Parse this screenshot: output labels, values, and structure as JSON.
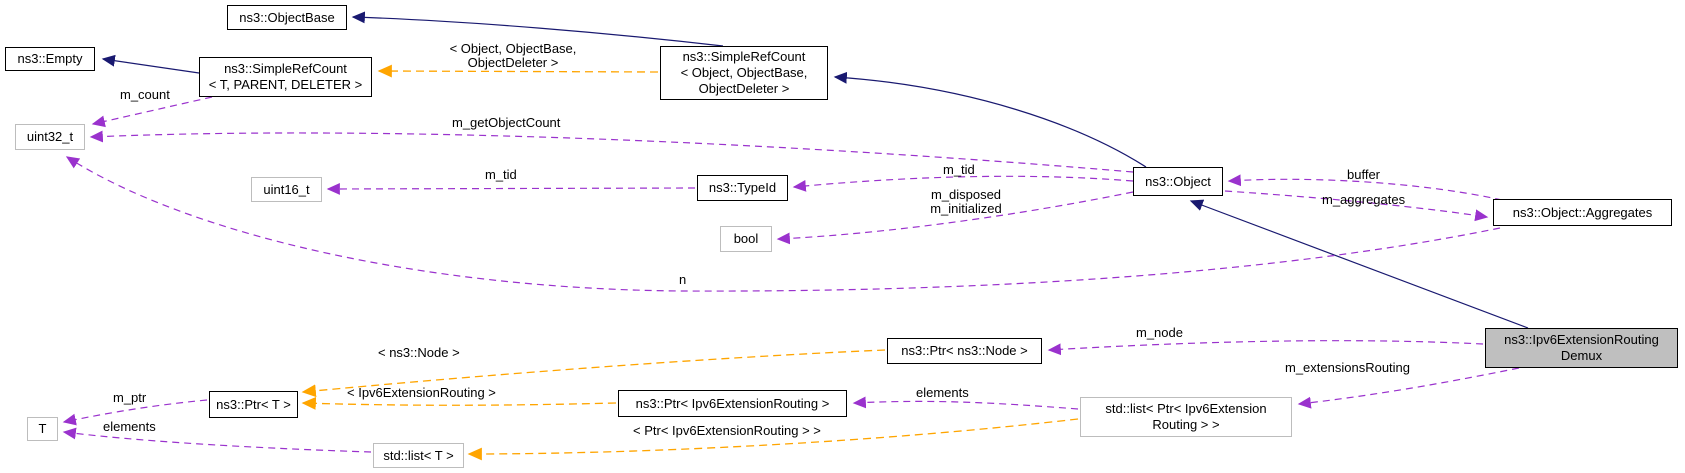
{
  "diagram": {
    "title": "Collaboration diagram for ns3::Ipv6ExtensionRoutingDemux",
    "type": "doxygen-collaboration-graph",
    "colors": {
      "inheritance_edge": "#191970",
      "usage_edge": "#9a32cd",
      "template_edge": "#ffa500",
      "selected_node_fill": "#bfbfbf",
      "node_fill": "#ffffff",
      "node_border": "#000000",
      "unlinked_node_border": "#bdbdbd"
    },
    "nodes": [
      {
        "id": "object-base",
        "label": "ns3::ObjectBase"
      },
      {
        "id": "empty",
        "label": "ns3::Empty"
      },
      {
        "id": "simplerefcount-generic",
        "label": "ns3::SimpleRefCount\n< T, PARENT, DELETER >"
      },
      {
        "id": "simplerefcount-object",
        "label": "ns3::SimpleRefCount\n< Object, ObjectBase,\nObjectDeleter >"
      },
      {
        "id": "uint32-t",
        "label": "uint32_t"
      },
      {
        "id": "uint16-t",
        "label": "uint16_t"
      },
      {
        "id": "typeid",
        "label": "ns3::TypeId"
      },
      {
        "id": "bool",
        "label": "bool"
      },
      {
        "id": "object",
        "label": "ns3::Object"
      },
      {
        "id": "object-aggregates",
        "label": "ns3::Object::Aggregates"
      },
      {
        "id": "ipv6-extension-routing-demux",
        "label": "ns3::Ipv6ExtensionRouting\nDemux"
      },
      {
        "id": "ptr-node",
        "label": "ns3::Ptr< ns3::Node >"
      },
      {
        "id": "ptr-t",
        "label": "ns3::Ptr< T >"
      },
      {
        "id": "ptr-ipv6-extension-routing",
        "label": "ns3::Ptr< Ipv6ExtensionRouting >"
      },
      {
        "id": "t",
        "label": "T"
      },
      {
        "id": "list-t",
        "label": "std::list< T >"
      },
      {
        "id": "list-ptr-ipv6",
        "label": "std::list< Ptr< Ipv6Extension\nRouting > >"
      }
    ],
    "edge_labels": [
      {
        "id": "m-count",
        "text": "m_count"
      },
      {
        "id": "template-object-objectbase",
        "text": "< Object, ObjectBase,\nObjectDeleter >"
      },
      {
        "id": "m-getobjectcount",
        "text": "m_getObjectCount"
      },
      {
        "id": "m-tid-typeid",
        "text": "m_tid"
      },
      {
        "id": "m-tid-object",
        "text": "m_tid"
      },
      {
        "id": "m-disposed-initialized",
        "text": "m_disposed\nm_initialized"
      },
      {
        "id": "buffer",
        "text": "buffer"
      },
      {
        "id": "m-aggregates",
        "text": "m_aggregates"
      },
      {
        "id": "n",
        "text": "n"
      },
      {
        "id": "m-node",
        "text": "m_node"
      },
      {
        "id": "m-extensions-routing",
        "text": "m_extensionsRouting"
      },
      {
        "id": "template-ns3-node",
        "text": "< ns3::Node >"
      },
      {
        "id": "template-ipv6-extension-routing",
        "text": "< Ipv6ExtensionRouting >"
      },
      {
        "id": "m-ptr",
        "text": "m_ptr"
      },
      {
        "id": "elements-list-t",
        "text": "elements"
      },
      {
        "id": "elements-list-ptr",
        "text": "elements"
      },
      {
        "id": "template-ptr-ipv6",
        "text": "< Ptr< Ipv6ExtensionRouting > >"
      }
    ]
  }
}
